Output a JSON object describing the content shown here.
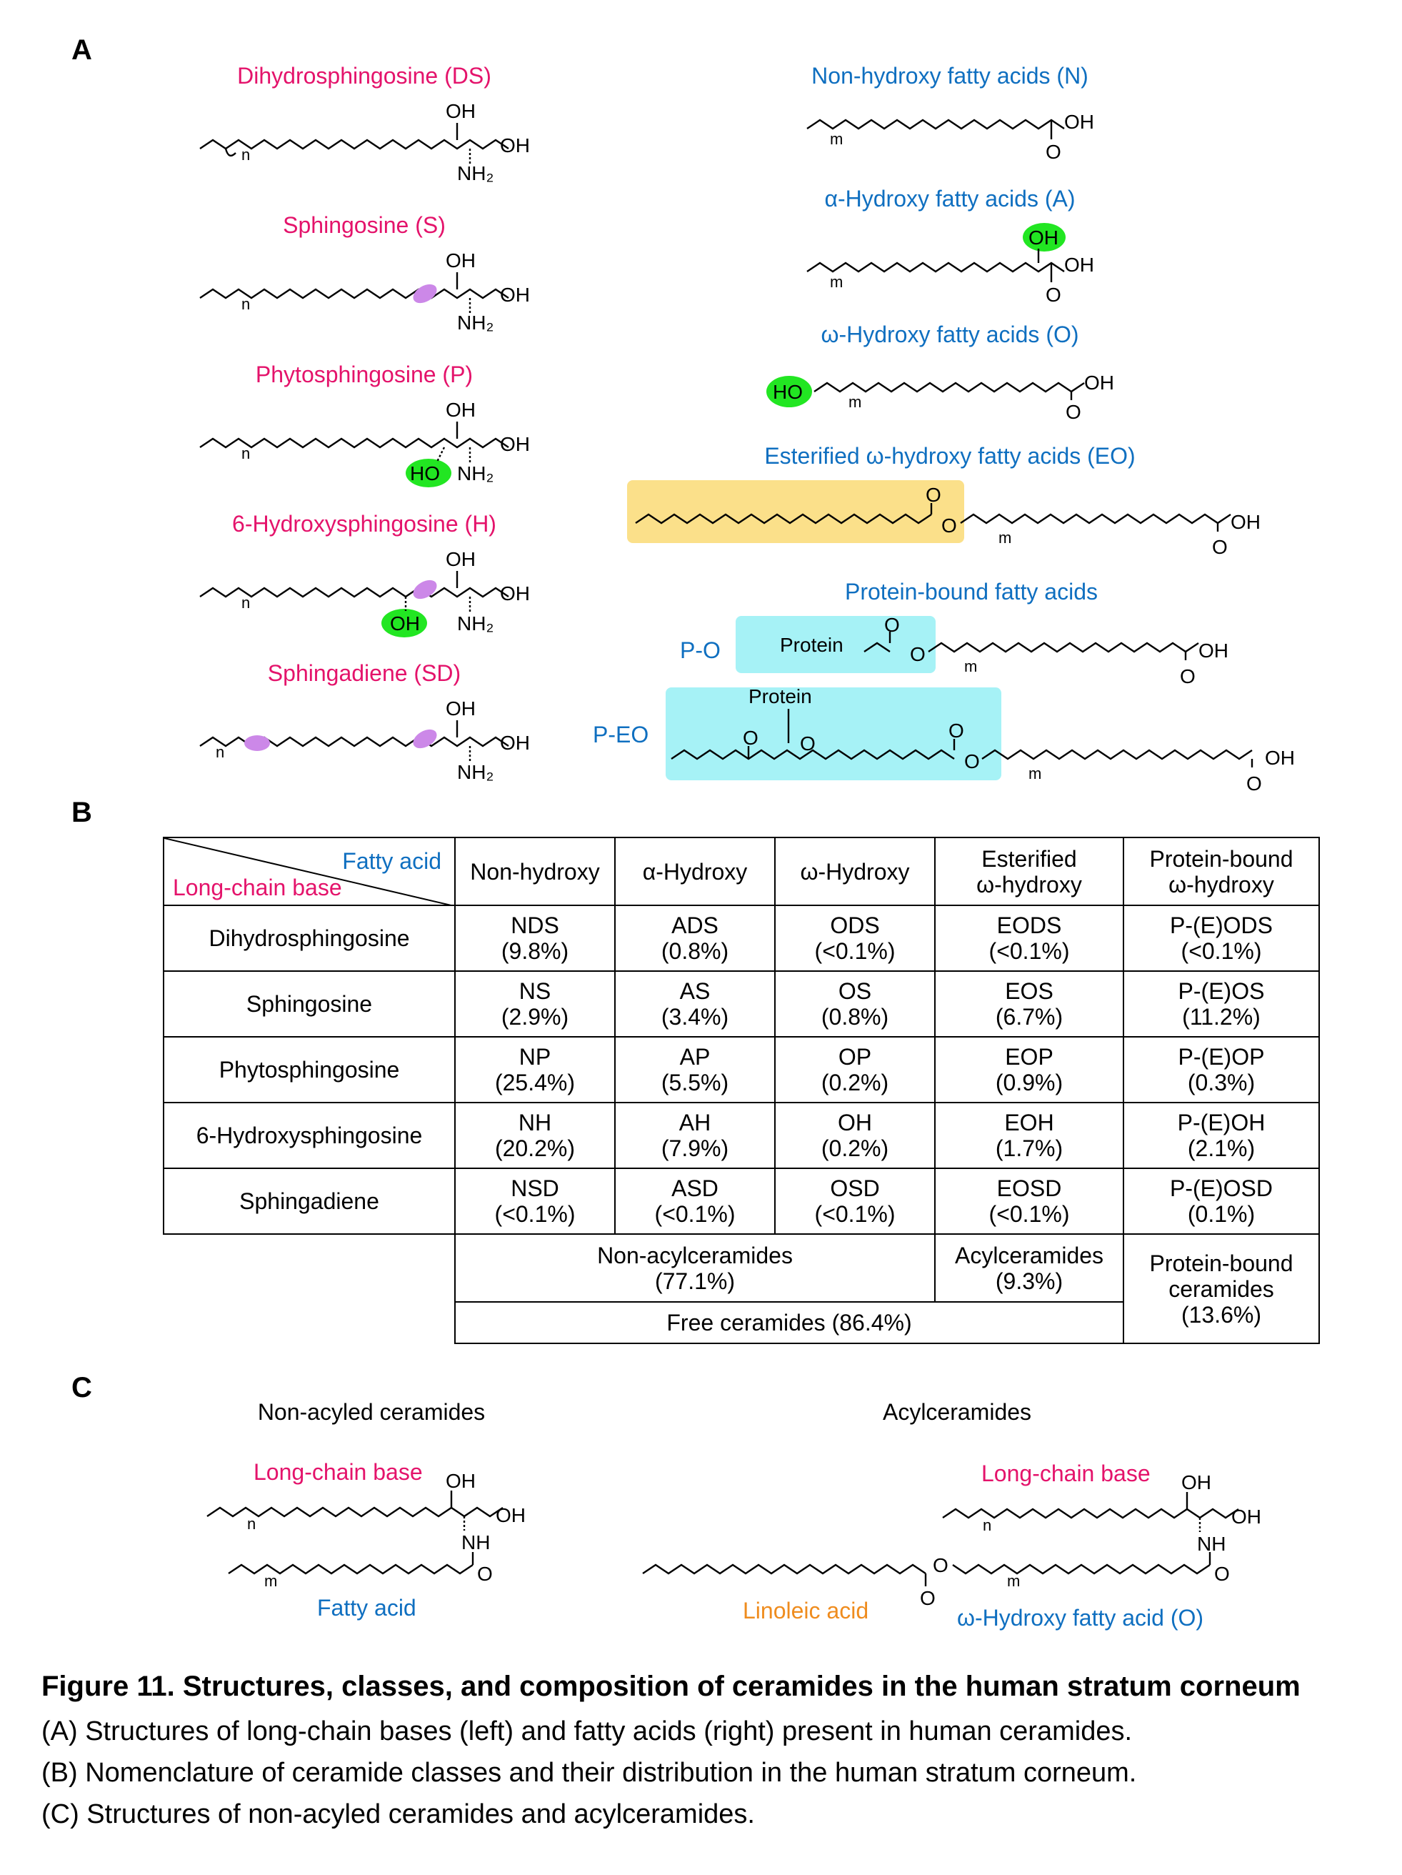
{
  "panels": {
    "a": "A",
    "b": "B",
    "c": "C"
  },
  "panel_a": {
    "lcb_titles": [
      "Dihydrosphingosine (DS)",
      "Sphingosine (S)",
      "Phytosphingosine (P)",
      "6-Hydroxysphingosine (H)",
      "Sphingadiene (SD)"
    ],
    "fa_titles": [
      "Non-hydroxy fatty acids (N)",
      "α-Hydroxy fatty acids (A)",
      "ω-Hydroxy fatty acids (O)",
      "Esterified ω-hydroxy fatty acids (EO)",
      "Protein-bound fatty acids"
    ],
    "atoms": {
      "oh": "OH",
      "ho": "HO",
      "nh2": "NH₂",
      "o": "O",
      "nh": "NH",
      "n": "n",
      "m": "m",
      "protein": "Protein"
    },
    "po_label": "P-O",
    "peo_label": "P-EO"
  },
  "table": {
    "corner_fa": "Fatty acid",
    "corner_lcb": "Long-chain base",
    "col_headers": [
      "Non-hydroxy",
      "α-Hydroxy",
      "ω-Hydroxy",
      "Esterified\nω-hydroxy",
      "Protein-bound\nω-hydroxy"
    ],
    "rows": [
      {
        "name": "Dihydrosphingosine",
        "cells": [
          [
            "NDS",
            "(9.8%)"
          ],
          [
            "ADS",
            "(0.8%)"
          ],
          [
            "ODS",
            "(<0.1%)"
          ],
          [
            "EODS",
            "(<0.1%)"
          ],
          [
            "P-(E)ODS",
            "(<0.1%)"
          ]
        ]
      },
      {
        "name": "Sphingosine",
        "cells": [
          [
            "NS",
            "(2.9%)"
          ],
          [
            "AS",
            "(3.4%)"
          ],
          [
            "OS",
            "(0.8%)"
          ],
          [
            "EOS",
            "(6.7%)"
          ],
          [
            "P-(E)OS",
            "(11.2%)"
          ]
        ]
      },
      {
        "name": "Phytosphingosine",
        "cells": [
          [
            "NP",
            "(25.4%)"
          ],
          [
            "AP",
            "(5.5%)"
          ],
          [
            "OP",
            "(0.2%)"
          ],
          [
            "EOP",
            "(0.9%)"
          ],
          [
            "P-(E)OP",
            "(0.3%)"
          ]
        ]
      },
      {
        "name": "6-Hydroxysphingosine",
        "cells": [
          [
            "NH",
            "(20.2%)"
          ],
          [
            "AH",
            "(7.9%)"
          ],
          [
            "OH",
            "(0.2%)"
          ],
          [
            "EOH",
            "(1.7%)"
          ],
          [
            "P-(E)OH",
            "(2.1%)"
          ]
        ]
      },
      {
        "name": "Sphingadiene",
        "cells": [
          [
            "NSD",
            "(<0.1%)"
          ],
          [
            "ASD",
            "(<0.1%)"
          ],
          [
            "OSD",
            "(<0.1%)"
          ],
          [
            "EOSD",
            "(<0.1%)"
          ],
          [
            "P-(E)OSD",
            "(0.1%)"
          ]
        ]
      }
    ],
    "summary": {
      "non_acyl": "Non-acylceramides\n(77.1%)",
      "acyl": "Acylceramides\n(9.3%)",
      "protein_bound": "Protein-bound\nceramides\n(13.6%)",
      "free": "Free ceramides (86.4%)"
    }
  },
  "panel_c": {
    "left_title": "Non-acyled ceramides",
    "right_title": "Acylceramides",
    "lcb_label": "Long-chain base",
    "fa_label": "Fatty acid",
    "linoleic_label": "Linoleic acid",
    "omega_label": "ω-Hydroxy fatty acid (O)"
  },
  "caption": {
    "title": "Figure 11. Structures, classes, and composition of ceramides in the human stratum corneum",
    "lines": [
      "(A) Structures of long-chain bases (left) and fatty acids (right) present in human ceramides.",
      "(B) Nomenclature of ceramide classes and their distribution in the human stratum corneum.",
      "(C) Structures of non-acyled ceramides and acylceramides."
    ]
  },
  "colors": {
    "lcb": "#e4136b",
    "fatty_acid": "#0f6fc0",
    "linoleic": "#ef8c1e",
    "hydroxy_highlight": "#22e622",
    "double_bond_highlight": "#cc88e8",
    "ester_box": "#fbe08a",
    "protein_box": "#a6f2f6"
  }
}
